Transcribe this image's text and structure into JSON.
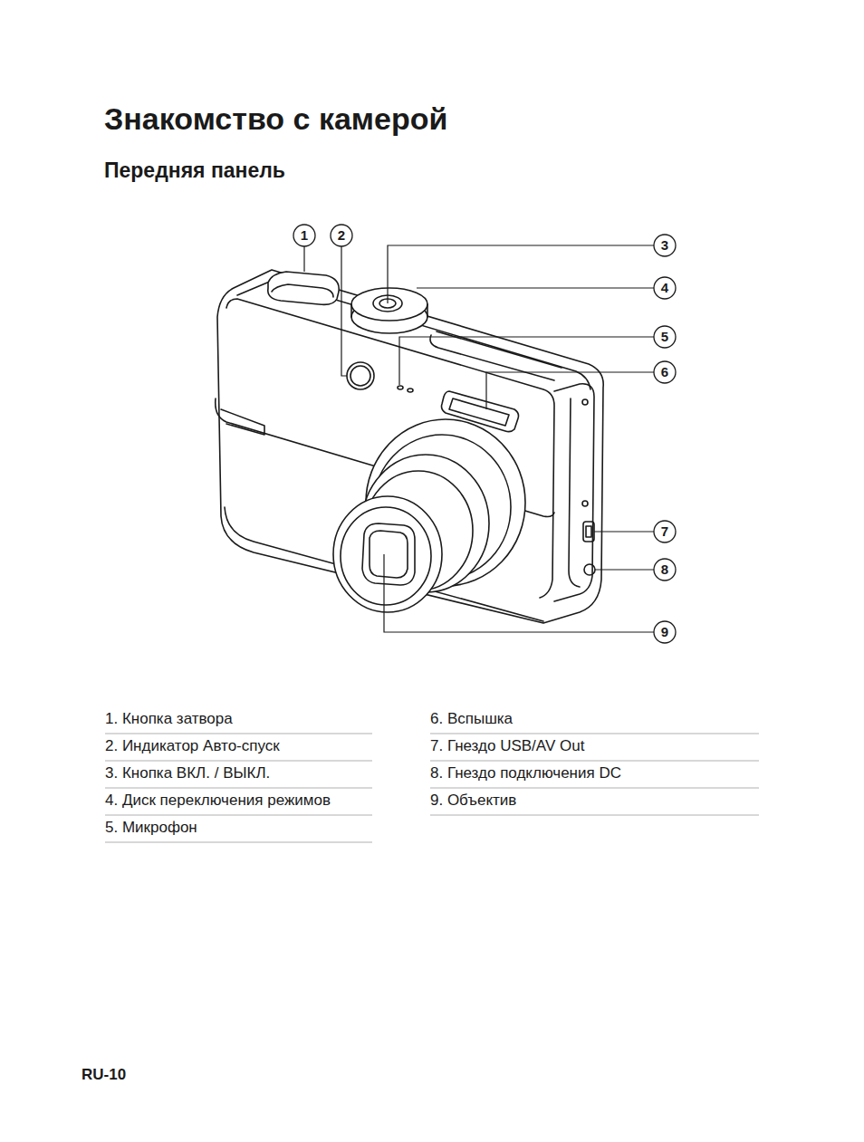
{
  "diagram": {
    "title": "Знакомство с камерой",
    "labels": [
      "Передняя панель",
      "1",
      "2",
      "3",
      "4",
      "5",
      "6",
      "7",
      "8",
      "9",
      "1. Кнопка затвора",
      "2. Индикатор Авто-спуск",
      "3. Кнопка ВКЛ. / ВЫКЛ.",
      "4. Диск переключения режимов",
      "5. Микрофон",
      "6. Вспышка",
      "7. Гнездо USB/AV Out",
      "8. Гнездо подключения DC",
      "9. Объектив",
      "RU-10"
    ]
  }
}
